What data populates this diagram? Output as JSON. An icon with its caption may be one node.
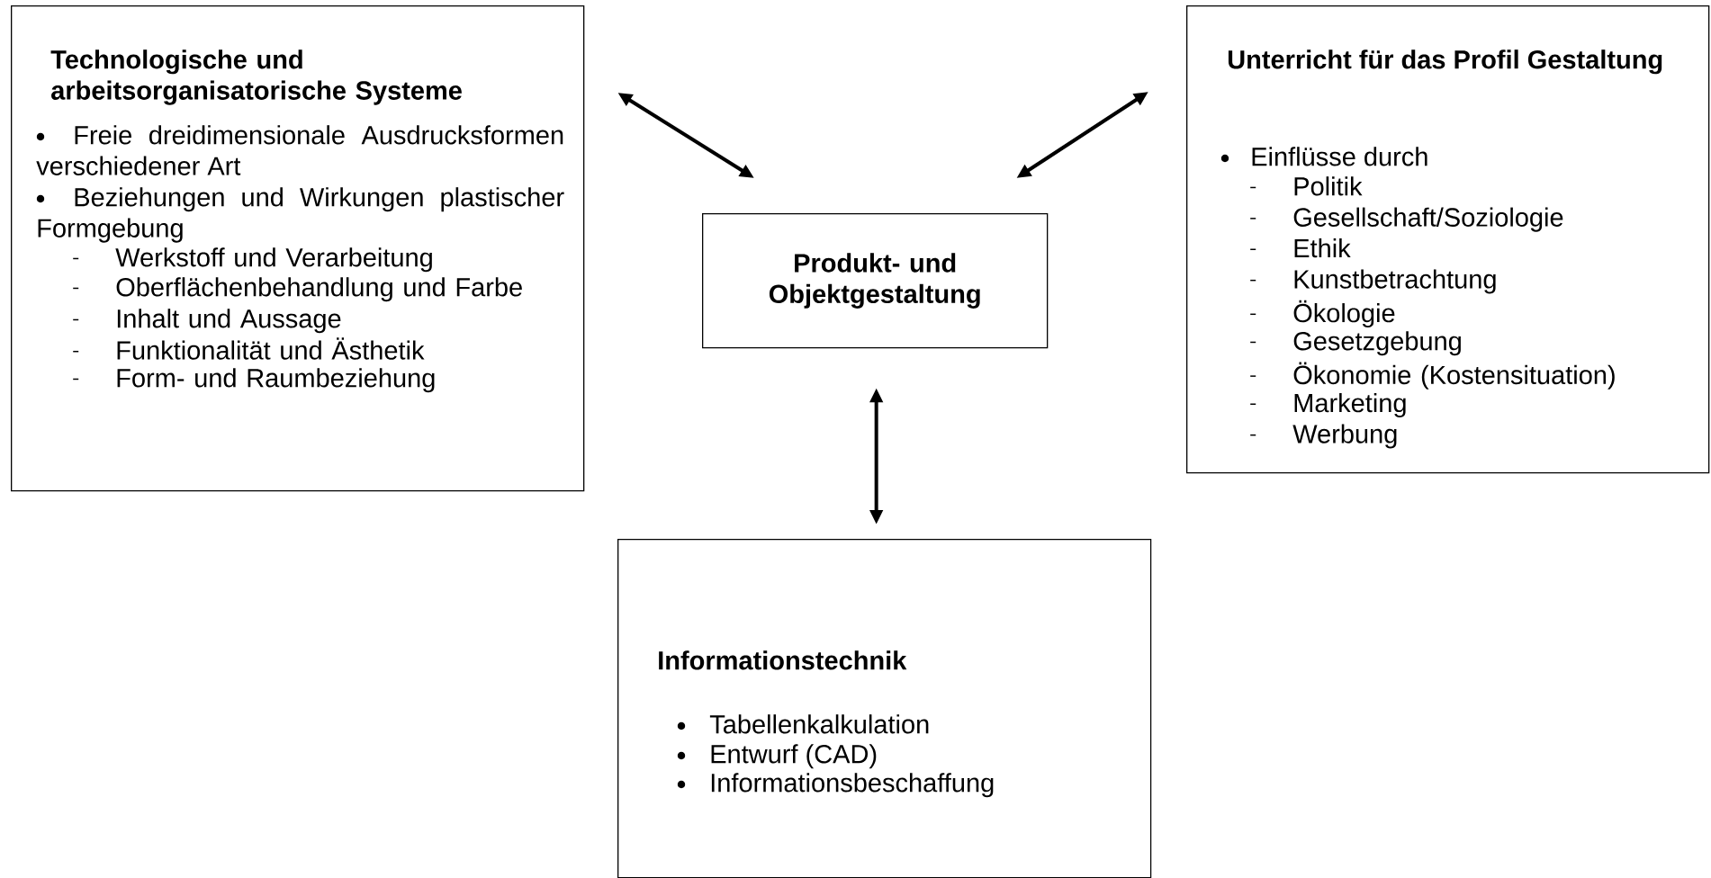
{
  "diagram": {
    "nodes": [
      {
        "text": [
          "Technologische und arbeitsorganisatorische Systeme",
          "Freie dreidimensionale Ausdrucksformen verschiedener Art",
          "Beziehungen und Wirkungen plastischer Formgebung",
          "Werkstoff und Verarbeitung",
          "Oberflächenbehandlung und Farbe",
          "Inhalt und Aussage",
          "Funktionalität und Ästhetik",
          "Form- und Raumbeziehung"
        ]
      },
      {
        "text": [
          "Produkt- und Objektgestaltung"
        ]
      },
      {
        "text": [
          "Unterricht für das Profil Gestaltung",
          "Einflüsse durch",
          "Politik",
          "Gesellschaft/Soziologie",
          "Ethik",
          "Kunstbetrachtung",
          "Ökologie",
          "Gesetzgebung",
          "Ökonomie (Kostensituation)",
          "Marketing",
          "Werbung"
        ]
      },
      {
        "text": [
          "Informationstechnik",
          "Tabellenkalkulation",
          "Entwurf (CAD)",
          "Informationsbeschaffung"
        ]
      }
    ],
    "edges": [
      {
        "from": 1,
        "to": 0,
        "arrow": "both"
      },
      {
        "from": 1,
        "to": 2,
        "arrow": "both"
      },
      {
        "from": 1,
        "to": 3,
        "arrow": "both"
      }
    ]
  }
}
